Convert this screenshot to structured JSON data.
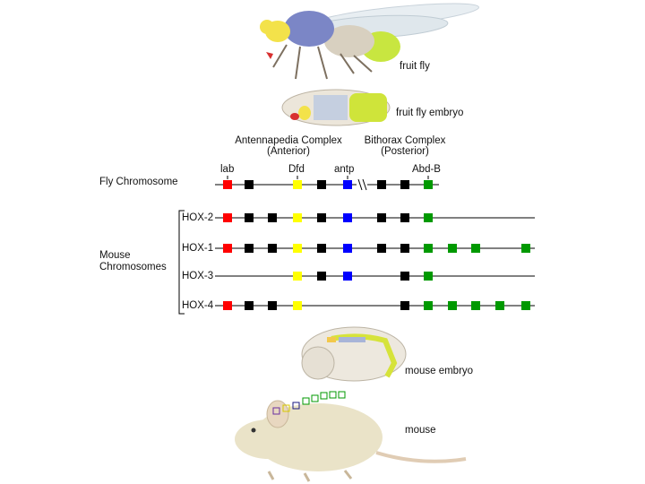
{
  "illustrations": {
    "fly": "fruit fly",
    "fly_embryo": "fruit fly embryo",
    "mouse_embryo": "mouse embryo",
    "mouse": "mouse"
  },
  "complexes": {
    "antennapedia": {
      "line1": "Antennapedia Complex",
      "line2": "(Anterior)"
    },
    "bithorax": {
      "line1": "Bithorax Complex",
      "line2": "(Posterior)"
    }
  },
  "gene_labels": {
    "lab": "lab",
    "dfd": "Dfd",
    "antp": "antp",
    "abdb": "Abd-B"
  },
  "fly_chromosome_label": "Fly Chromosome",
  "mouse_chromosomes_label": {
    "line1": "Mouse",
    "line2": "Chromosomes"
  },
  "colors": {
    "red": "#ff0000",
    "black": "#000000",
    "yellow": "#ffff00",
    "blue": "#0000ff",
    "green": "#009900"
  },
  "fly_chromosome": {
    "genes": [
      "red",
      "black",
      "yellow",
      "black",
      "blue",
      "break",
      "black",
      "black",
      "green"
    ]
  },
  "mouse_clusters": [
    {
      "name": "HOX-2",
      "genes": [
        "red",
        "black",
        "black",
        "yellow",
        "black",
        "blue",
        "black",
        "black",
        "green"
      ]
    },
    {
      "name": "HOX-1",
      "genes": [
        "red",
        "black",
        "black",
        "yellow",
        "black",
        "blue",
        "black",
        "black",
        "green",
        "green",
        "green",
        "green"
      ]
    },
    {
      "name": "HOX-3",
      "genes": [
        "yellow",
        "black",
        "blue",
        "black",
        "green"
      ]
    },
    {
      "name": "HOX-4",
      "genes": [
        "red",
        "black",
        "black",
        "yellow",
        "black",
        "green",
        "green",
        "green",
        "green",
        "green"
      ]
    }
  ]
}
